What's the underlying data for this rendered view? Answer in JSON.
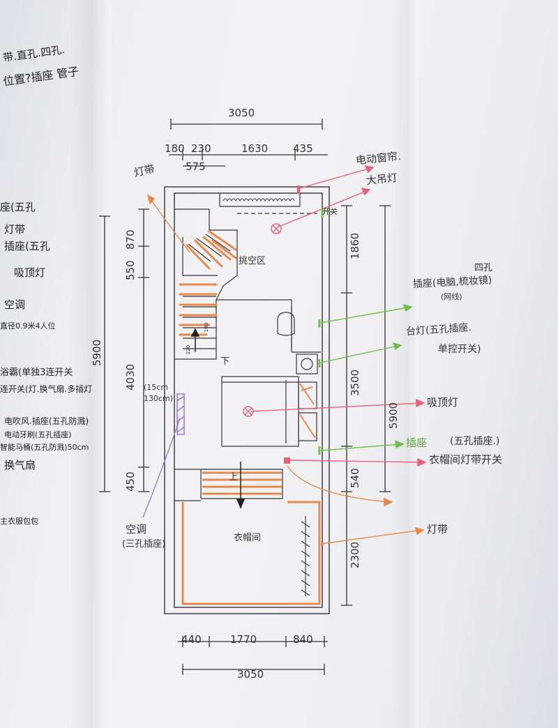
{
  "dims": {
    "top_total": "3050",
    "top_segments": [
      "180",
      "230",
      "1630",
      "435"
    ],
    "top_sub": "575",
    "bottom_segments": [
      "440",
      "1770",
      "840"
    ],
    "bottom_total": "3050",
    "left": [
      "870",
      "550",
      "4030",
      "450"
    ],
    "left_total": "5900",
    "right": [
      "1860",
      "3500",
      "540",
      "2300"
    ],
    "right_total": "5900"
  },
  "rooms": {
    "loft": "挑空区",
    "wardrobe": "衣帽间",
    "stair_down": "下",
    "stair_up": "上",
    "small_a": "100",
    "small_b": "220"
  },
  "right_notes": {
    "motor_curtain": "电动窗帘.",
    "pendant_lamp": "大吊灯",
    "switch": "开关",
    "four_hole": "四孔",
    "socket_desk": "插座(电脑,梳妆镜)",
    "socket_desk_sub": "(网线)",
    "desk_lamp": "台灯(五孔插座.",
    "desk_lamp_sub": "单控开关)",
    "ceiling_lamp": "吸顶灯",
    "socket_five": "插座",
    "socket_five_b": "(五孔插座.)",
    "wardrobe_switch": "衣帽间灯带开关",
    "light_strip_r": "灯带"
  },
  "left_notes": {
    "light_strip_l": "灯带",
    "ac": "空调",
    "ac_sub": "(三孔插座)",
    "bath_dims": "(15cm",
    "bath_dims2": "130cm)",
    "col_lines": [
      "带.直孔.四孔.",
      "位置?插座 管子",
      "座(五孔",
      "灯带",
      "插座(五孔",
      "吸顶灯",
      "空调",
      "直径0.9米4人位",
      "浴霸(单独3连开关",
      "连开关(灯.换气扇.多插灯",
      "电吹风.插座(五孔防溅)",
      "电动牙刷(五孔插座)",
      "智能马桶(五孔防溅)50cm",
      "换气扇",
      "主衣服包包"
    ]
  },
  "colors": {
    "orange": "#e8884a",
    "pink": "#e9607a",
    "green": "#6fbf4a",
    "purple": "#9a7fd0",
    "ink": "#3a3a3a"
  }
}
